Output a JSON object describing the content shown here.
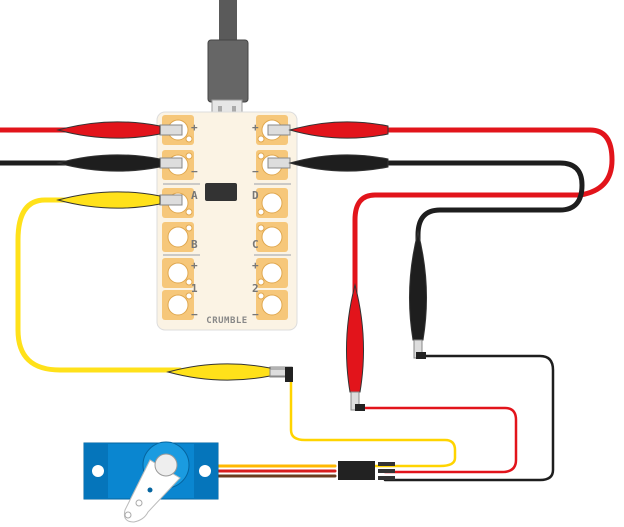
{
  "board": {
    "name": "CRUMBLE",
    "left_labels": [
      "+",
      "−",
      "A",
      "B",
      "+",
      "1",
      "−"
    ],
    "right_labels": [
      "+",
      "−",
      "D",
      "C",
      "+",
      "2",
      "−"
    ]
  },
  "colors": {
    "board": "#fbf3e4",
    "pad": "#f6c77a",
    "red_wire": "#e2141b",
    "black_wire": "#1e1e1e",
    "yellow_wire": "#ffe11a",
    "servo": "#0a86d0",
    "usb_cable": "#5a5a5a"
  }
}
